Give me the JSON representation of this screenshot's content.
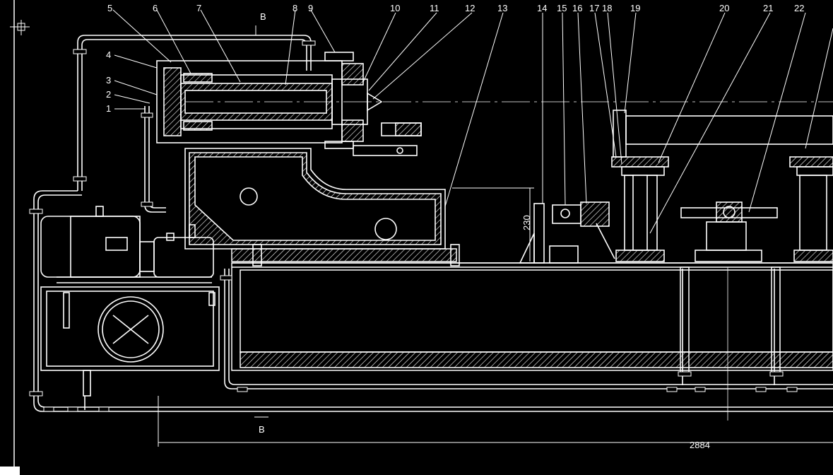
{
  "drawing": {
    "background": "#000000",
    "line_color": "#ffffff",
    "callouts": [
      "1",
      "2",
      "3",
      "4",
      "5",
      "6",
      "7",
      "8",
      "9",
      "10",
      "11",
      "12",
      "13",
      "14",
      "15",
      "16",
      "17",
      "18",
      "19",
      "20",
      "21",
      "22"
    ],
    "dimensions": {
      "overall_length": "2884",
      "height_mark": "230"
    },
    "section_marks": {
      "top": "B",
      "bottom": "B"
    }
  }
}
